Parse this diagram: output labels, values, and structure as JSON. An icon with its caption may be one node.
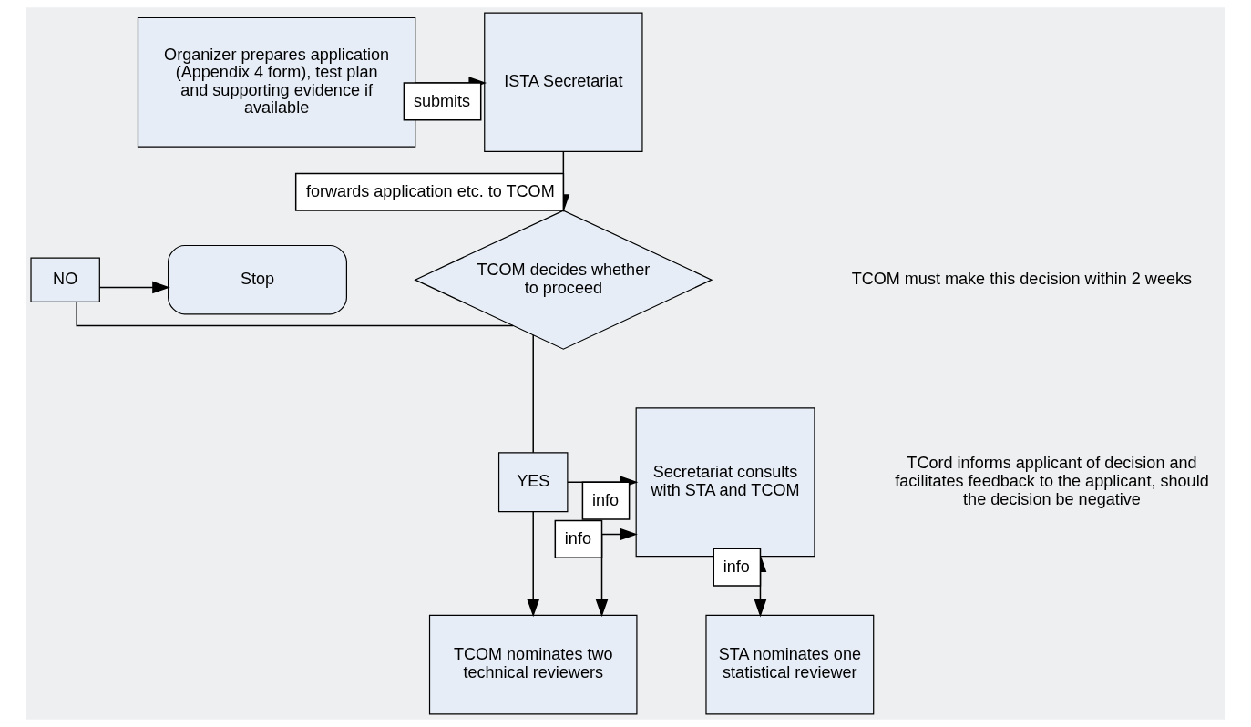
{
  "diagram": {
    "nodes": [
      {
        "text": [
          "Organizer prepares application (Appendix 4 form), test plan and supporting evidence if available"
        ]
      },
      {
        "text": [
          "ISTA Secretariat"
        ]
      },
      {
        "text": [
          "TCOM decides whether to proceed"
        ]
      },
      {
        "text": [
          "Stop"
        ]
      },
      {
        "text": [
          "NO"
        ]
      },
      {
        "text": [
          "YES"
        ]
      },
      {
        "text": [
          "Secretariat consults with STA and TCOM"
        ]
      },
      {
        "text": [
          "TCOM nominates two technical reviewers"
        ]
      },
      {
        "text": [
          "STA nominates one statistical reviewer"
        ]
      }
    ],
    "edges": [
      {
        "from": 0,
        "to": 1,
        "arrow": "to",
        "label": "submits"
      },
      {
        "from": 1,
        "to": 2,
        "arrow": "to",
        "label": "forwards application etc. to TCOM"
      },
      {
        "from": 2,
        "to": 4,
        "arrow": "none"
      },
      {
        "from": 4,
        "to": 3,
        "arrow": "to"
      },
      {
        "from": 2,
        "to": 5,
        "arrow": "none"
      },
      {
        "from": 5,
        "to": 6,
        "arrow": "to",
        "label": "info"
      },
      {
        "from": 5,
        "to": 7,
        "arrow": "to"
      },
      {
        "from": 6,
        "to": 7,
        "arrow": "both",
        "label": "info"
      },
      {
        "from": 6,
        "to": 8,
        "arrow": "both",
        "label": "info"
      }
    ],
    "labels": [
      "TCOM must make this decision within 2 weeks",
      "TCord informs applicant of decision and facilitates feedback to the applicant, should the decision be negative"
    ]
  }
}
